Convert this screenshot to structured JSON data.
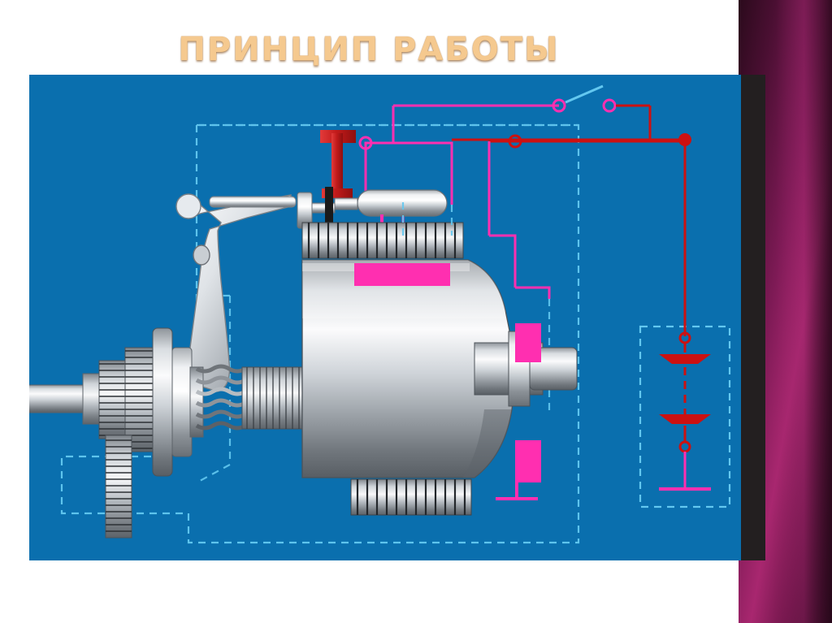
{
  "slide": {
    "title": "ПРИНЦИП РАБОТЫ",
    "title_color": "#f5c98f",
    "background_color": "#ffffff"
  },
  "decoration": {
    "right_band_name": "purple-gradient-band",
    "right_band_colors": [
      "#2b0a1c",
      "#7d1a55",
      "#a8276f",
      "#200615"
    ],
    "dark_block_color": "#231f20"
  },
  "diagram": {
    "name": "electromagnetic-clutch-principle-diagram",
    "background_color": "#0a6fae",
    "colors": {
      "wiring_magenta": "#ff2fb0",
      "wiring_red": "#cc1111",
      "outline_cyan": "#63c8f0",
      "metal_light": "#f2f2f2",
      "metal_mid": "#b9bec4",
      "metal_dark": "#6e7479",
      "lever_red": "#c21b1b"
    },
    "elements": [
      {
        "name": "housing-outline",
        "type": "dashed-cyan-contour"
      },
      {
        "name": "input-shaft",
        "type": "metal-shaft"
      },
      {
        "name": "drive-gear-large",
        "type": "toothed-gear"
      },
      {
        "name": "drive-gear-small",
        "type": "toothed-gear"
      },
      {
        "name": "friction-disc-pack",
        "type": "spline-disc-stack"
      },
      {
        "name": "shift-fork-lever",
        "type": "metal-lever"
      },
      {
        "name": "clutch-drum-body",
        "type": "metal-cone-body"
      },
      {
        "name": "output-shaft",
        "type": "metal-shaft"
      },
      {
        "name": "top-coil-winding",
        "type": "coil"
      },
      {
        "name": "bottom-coil-winding",
        "type": "coil"
      },
      {
        "name": "magenta-coil-block-top",
        "type": "electromagnet-block"
      },
      {
        "name": "magenta-coil-block-right-upper",
        "type": "electromagnet-block"
      },
      {
        "name": "magenta-coil-block-right-lower",
        "type": "electromagnet-block"
      },
      {
        "name": "solenoid-actuator",
        "type": "cylinder"
      },
      {
        "name": "red-control-lever",
        "type": "t-handle"
      },
      {
        "name": "switch-contact",
        "type": "knife-switch"
      },
      {
        "name": "battery-cells",
        "type": "battery-symbol"
      },
      {
        "name": "ground-symbol-left",
        "type": "ground"
      },
      {
        "name": "ground-symbol-right",
        "type": "ground"
      },
      {
        "name": "ground-symbol-battery",
        "type": "ground"
      }
    ]
  }
}
